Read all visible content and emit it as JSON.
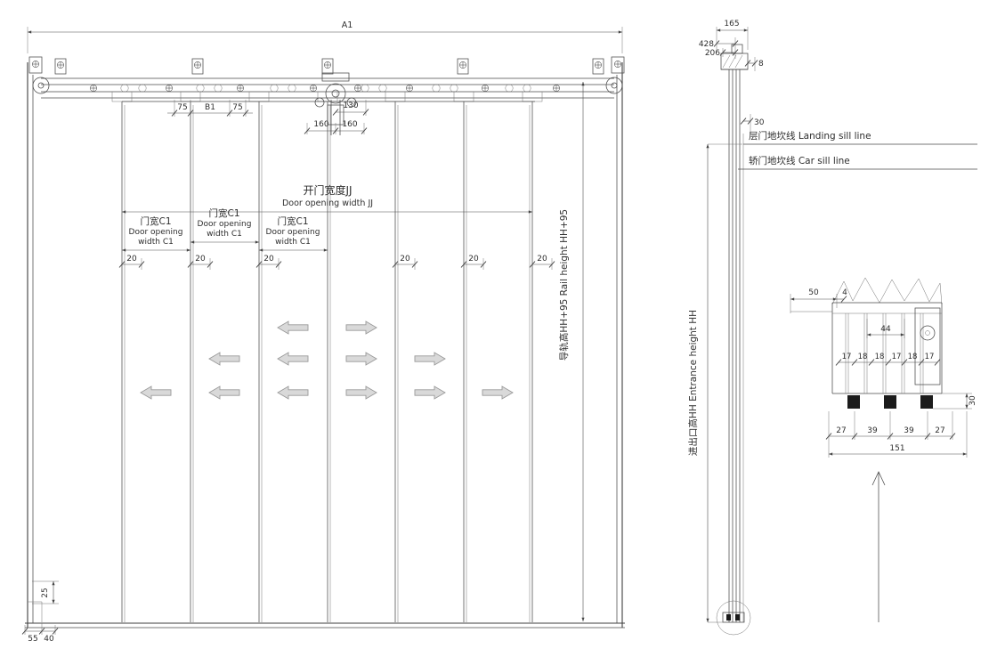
{
  "drawing": {
    "front_view": {
      "dim_a1": "A1",
      "dim_75_left": "75",
      "dim_b1": "B1",
      "dim_75_right": "75",
      "dim_130": "130",
      "dim_160_left": "160",
      "dim_160_right": "160",
      "opening_width_cn": "开门宽度JJ",
      "opening_width_en": "Door opening width JJ",
      "door_widths": [
        {
          "cn": "门宽C1",
          "en1": "Door opening",
          "en2": "width C1"
        },
        {
          "cn": "门宽C1",
          "en1": "Door opening",
          "en2": "width C1"
        },
        {
          "cn": "门宽C1",
          "en1": "Door opening",
          "en2": "width C1"
        }
      ],
      "gap_dims": [
        "20",
        "20",
        "20",
        "20",
        "20",
        "20"
      ],
      "rail_height_label": "导轨高HH+95 Rail height HH+95",
      "dim_25": "25",
      "dim_55": "55",
      "dim_40": "40"
    },
    "side_view": {
      "dim_165": "165",
      "dim_428": "428",
      "dim_206": "206",
      "dim_8": "8",
      "dim_30": "30",
      "landing_sill_label": "层门地坎线 Landing sill line",
      "car_sill_label": "轿门地坎线 Car sill line",
      "entrance_height_label": "进出口高HH Entrance height HH"
    },
    "detail_view": {
      "dim_50": "50",
      "dim_4": "4",
      "dim_44": "44",
      "tooth_dims": [
        "17",
        "18",
        "18",
        "17",
        "18",
        "17"
      ],
      "dim_30": "30",
      "bottom_dims": [
        "27",
        "39",
        "39",
        "27"
      ],
      "dim_151": "151"
    }
  }
}
